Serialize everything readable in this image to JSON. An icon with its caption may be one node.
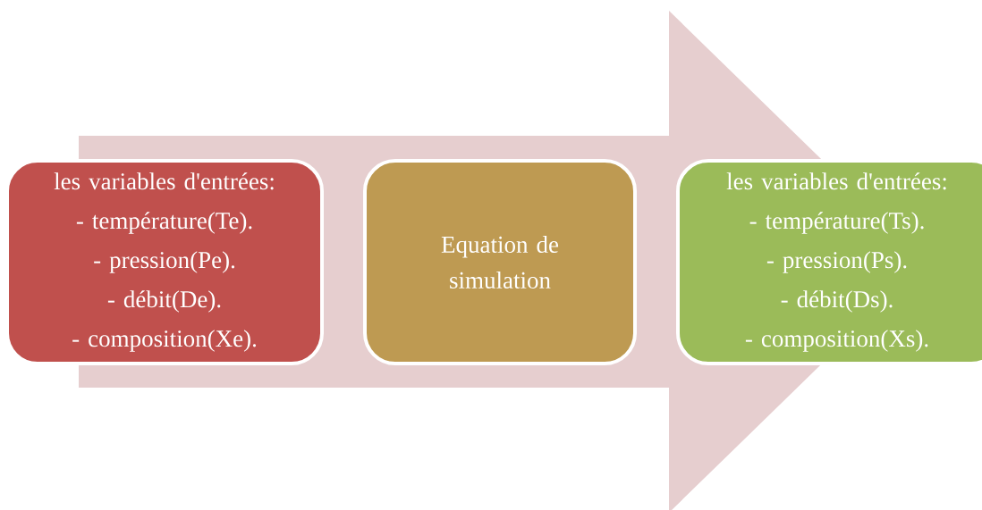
{
  "diagram": {
    "nodes": [
      {
        "text": [
          "les variables d'entrées:",
          "- température(Te).",
          "- pression(Pe).",
          "- débit(De).",
          "- composition(Xe)."
        ]
      },
      {
        "text": [
          "Equation de simulation"
        ]
      },
      {
        "text": [
          "les variables d'entrées:",
          "- température(Ts).",
          "- pression(Ps).",
          "- débit(Ds).",
          "- composition(Xs)."
        ]
      }
    ],
    "edges": [
      {
        "from": 0,
        "to": 2,
        "arrow": "to"
      }
    ]
  }
}
